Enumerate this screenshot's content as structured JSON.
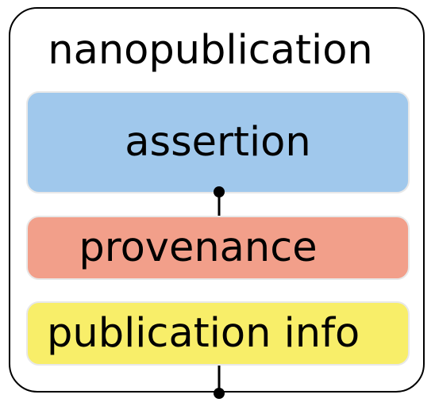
{
  "diagram": {
    "title": "nanopublication",
    "boxes": {
      "assertion": {
        "label": "assertion",
        "color": "#a0c8ec"
      },
      "provenance": {
        "label": "provenance",
        "color": "#f29f8a"
      },
      "publication_info": {
        "label": "publication info",
        "color": "#f8ee69"
      }
    },
    "frame_color": "#000000"
  }
}
